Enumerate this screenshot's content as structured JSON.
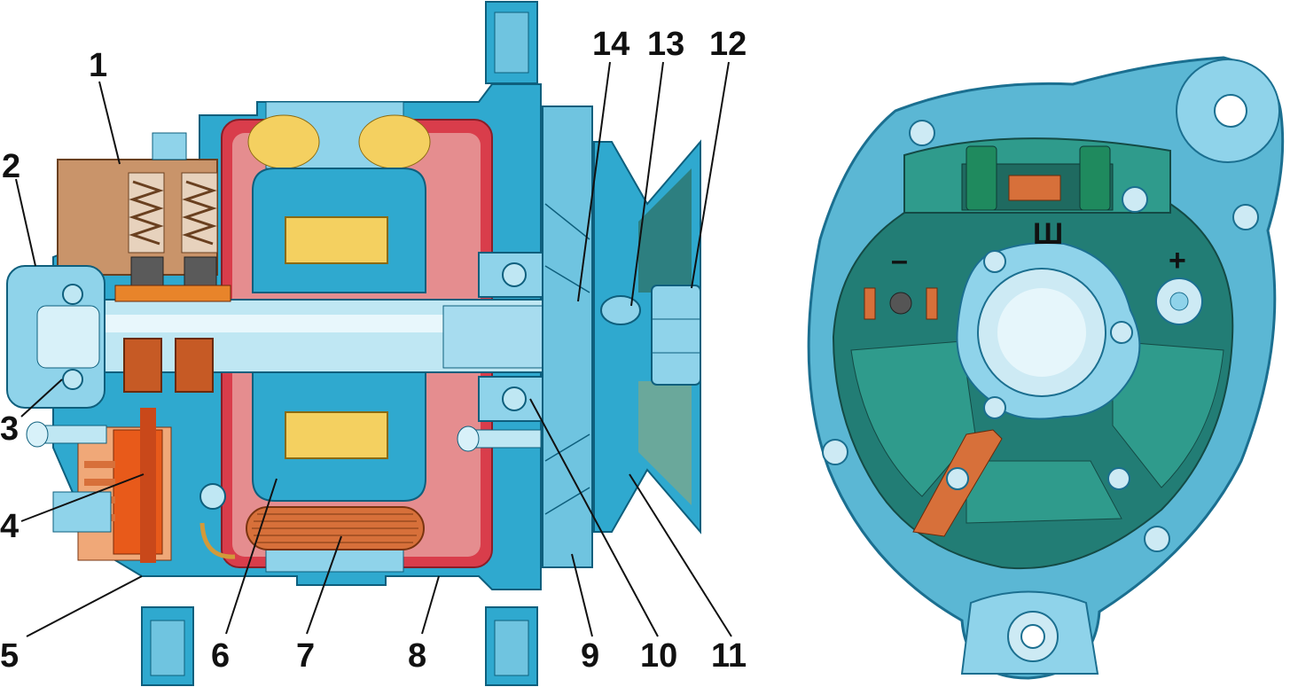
{
  "callouts": [
    {
      "id": "1",
      "text": "1"
    },
    {
      "id": "2",
      "text": "2"
    },
    {
      "id": "3",
      "text": "3"
    },
    {
      "id": "4",
      "text": "4"
    },
    {
      "id": "5",
      "text": "5"
    },
    {
      "id": "6",
      "text": "6"
    },
    {
      "id": "7",
      "text": "7"
    },
    {
      "id": "8",
      "text": "8"
    },
    {
      "id": "9",
      "text": "9"
    },
    {
      "id": "10",
      "text": "10"
    },
    {
      "id": "11",
      "text": "11"
    },
    {
      "id": "12",
      "text": "12"
    },
    {
      "id": "13",
      "text": "13"
    },
    {
      "id": "14",
      "text": "14"
    }
  ],
  "terminals": {
    "minus": "–",
    "field": "Ш",
    "plus": "+"
  },
  "colors": {
    "housing": "#2fa9cf",
    "housing_light": "#8fd3ea",
    "housing_dark": "#1b7fa4",
    "stator_red": "#d93d4b",
    "stator_pink": "#e58d8f",
    "winding_yellow": "#f4d060",
    "copper": "#d7703a",
    "brush_holder": "#c9946a",
    "rear_cover": "#5bb7d4",
    "rear_inner": "#227d75",
    "shaft": "#bfe7f3"
  }
}
